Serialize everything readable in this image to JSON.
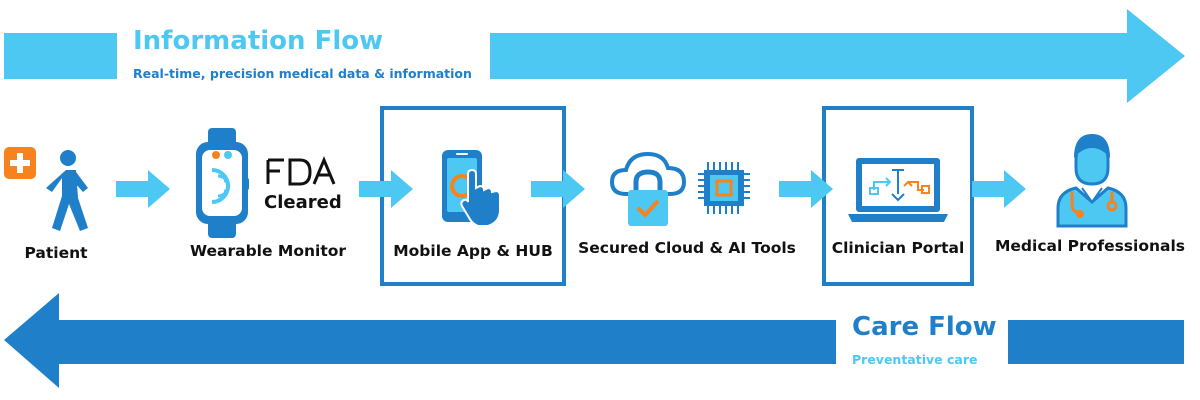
{
  "information_flow": {
    "title": "Information Flow",
    "subtitle": "Real-time, precision medical data & information"
  },
  "care_flow": {
    "title": "Care Flow",
    "subtitle": "Preventative care"
  },
  "stages": [
    {
      "label": "Patient",
      "icon": "walking-person-icon"
    },
    {
      "label": "Wearable Monitor",
      "icon": "smartwatch-icon",
      "badge": "Cleared"
    },
    {
      "label": "Mobile App & HUB",
      "icon": "phone-touch-icon",
      "framed": true
    },
    {
      "label": "Secured Cloud & AI Tools",
      "icon": "cloud-lock-chip-icon"
    },
    {
      "label": "Clinician Portal",
      "icon": "laptop-chart-icon",
      "framed": true
    },
    {
      "label": "Medical Professionals",
      "icon": "doctor-icon"
    }
  ],
  "colors": {
    "light_blue": "#4cc8f2",
    "dark_blue": "#1f7fc9",
    "orange": "#f7821e"
  }
}
